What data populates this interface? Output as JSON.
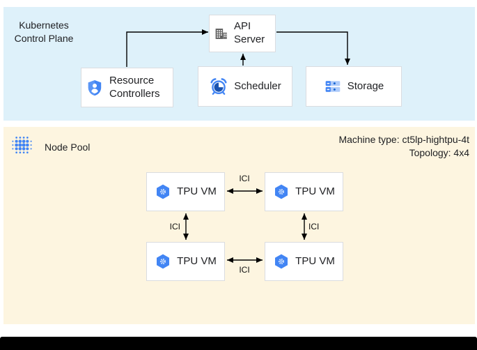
{
  "colors": {
    "control_plane_bg": "#def1fa",
    "node_pool_bg": "#fdf5e0",
    "node_bg": "#ffffff",
    "node_border": "#dadce0",
    "arrow": "#000000",
    "google_blue": "#4285f4",
    "dark_clock_blue": "#1a53b0",
    "light_blue": "#aecbfa",
    "icon_gray": "#616161",
    "text": "#202124"
  },
  "control_plane": {
    "title_line1": "Kubernetes",
    "title_line2": "Control Plane",
    "api_server": {
      "label": "API Server",
      "icon": "building-icon"
    },
    "resource_controllers": {
      "label": "Resource Controllers",
      "icon": "shield-user-icon"
    },
    "scheduler": {
      "label": "Scheduler",
      "icon": "alarm-clock-icon"
    },
    "storage": {
      "label": "Storage",
      "icon": "storage-stack-icon"
    }
  },
  "node_pool": {
    "title": "Node Pool",
    "icon": "dot-cluster-icon",
    "machine_type": "Machine type: ct5lp-hightpu-4t",
    "topology": "Topology: 4x4",
    "vms": [
      {
        "label": "TPU VM",
        "icon": "gke-hexagon-icon"
      },
      {
        "label": "TPU VM",
        "icon": "gke-hexagon-icon"
      },
      {
        "label": "TPU VM",
        "icon": "gke-hexagon-icon"
      },
      {
        "label": "TPU VM",
        "icon": "gke-hexagon-icon"
      }
    ],
    "links": [
      {
        "label": "ICI"
      },
      {
        "label": "ICI"
      },
      {
        "label": "ICI"
      },
      {
        "label": "ICI"
      }
    ]
  }
}
